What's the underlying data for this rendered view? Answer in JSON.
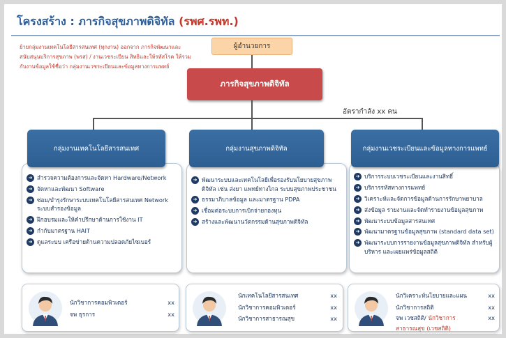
{
  "title": {
    "text": "โครงสร้าง : ภารกิจสุขภาพดิจิทัล",
    "abbr": "(รพศ.รพท.)"
  },
  "note": "ย้ายกลุ่มงานเทคโนโลยีสารสนเทศ (ทุกงาน) ออกจาก ภารกิจพัฒนาและสนับสนุนบริการสุขภาพ (พรส) / งานเวชระเบียน สิทธิและให้รหัสโรค ให้รวมกับงานข้อมูลใช้ชื่อว่า กลุ่มงานเวชระเบียนและข้อมูลทางการแพทย์",
  "director": "ผู้อำนวยการ",
  "mission": "ภารกิจสุขภาพดิจิทัล",
  "manpower": "อัตรากำลัง xx คน",
  "colors": {
    "header": "#2d5f93",
    "mission": "#c94a4a",
    "director": "#fbd5a8",
    "bullet": "#1f3a63",
    "highlight": "#c0392b"
  },
  "icons": {
    "bullet": "arrow-circle-icon",
    "avatar": "person-avatar-icon"
  },
  "groups": [
    {
      "name": "กลุ่มงานเทคโนโลยีสารสนเทศ",
      "tasks": [
        "สำรวจความต้องการและจัดหา Hardware/Network",
        "จัดหาและพัฒนา Software",
        "ซ่อม/บำรุงรักษาระบบเทคโนโลยีสารสนเทศ Network ระบบสำรองข้อมูล",
        "ฝึกอบรมและให้คำปรึกษาด้านการใช้งาน IT",
        "กำกับมาตรฐาน HAIT",
        "ดูแลระบบ เครือข่ายด้านความปลอดภัยไซเบอร์"
      ],
      "staff": [
        {
          "role": "นักวิชาการคอมพิวเตอร์",
          "count": "xx"
        },
        {
          "role": "จพ ธุรการ",
          "count": "xx"
        }
      ]
    },
    {
      "name": "กลุ่มงานสุขภาพดิจิทัล",
      "tasks": [
        "พัฒนาระบบและเทคโนโลยีเพื่อรองรับนโยบายสุขภาพดิจิทัล เช่น ส่งยา แพทย์ทางไกล ระบบสุขภาพประชาชน",
        "ธรรมาภิบาลข้อมูล และมาตรฐาน PDPA",
        "เชื่อมต่อระบบการเบิกจ่ายกองทุน",
        "สร้างและพัฒนานวัตกรรมด้านสุขภาพดิจิทัล"
      ],
      "staff": [
        {
          "role": "นักเทคโนโลยีสารสนเทศ",
          "count": "xx"
        },
        {
          "role": "นักวิชาการคอมพิวเตอร์",
          "count": "xx"
        },
        {
          "role": "นักวิชาการสาธารณสุข",
          "count": "xx"
        }
      ]
    },
    {
      "name": "กลุ่มงานเวชระเบียนและข้อมูลทางการแพทย์",
      "tasks": [
        "บริการระบบเวชระเบียนและงานสิทธิ์",
        "บริการรหัสทางการแพทย์",
        "วิเคราะห์และจัดการข้อมูลด้านการรักษาพยาบาล",
        "ส่งข้อมูล รายงานและจัดทำรายงานข้อมูลสุขภาพ",
        "พัฒนาระบบข้อมูลสารสนเทศ",
        "พัฒนามาตรฐานข้อมูลสุขภาพ (standard data set)",
        "พัฒนาระบบการรายงานข้อมูลสุขภาพดิจิทัล สำหรับผู้บริหาร และเผยแพร่ข้อมูลสถิติ"
      ],
      "staff": [
        {
          "role": "นักวิเคราะห์นโยบายและแผน",
          "count": "xx"
        },
        {
          "role": "นักวิชาการสถิติ",
          "count": "xx"
        },
        {
          "role": "จพ เวชสถิติ/",
          "role_highlight": "นักวิชาการสาธารณสุข (เวชสถิติ)",
          "count": "xx"
        }
      ]
    }
  ]
}
